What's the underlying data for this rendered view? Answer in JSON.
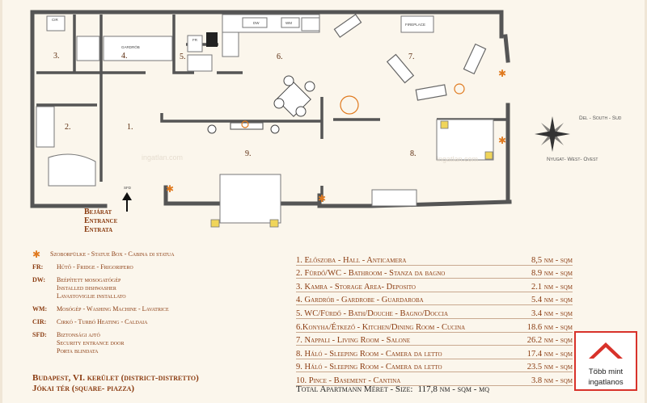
{
  "entrance": {
    "line1": "Bejárat",
    "line2": "Entrance",
    "line3": "Entrata"
  },
  "plan_labels": {
    "r1": "1.",
    "r2": "2.",
    "r3": "3.",
    "r4": "4.",
    "r5": "5.",
    "r6": "6.",
    "r7": "7.",
    "r8": "8.",
    "r9": "9.",
    "cir": "CIR",
    "fr": "FR",
    "dw": "DW",
    "wm": "WM",
    "fireplace": "FIREPLACE",
    "wardrobe": "GARDRÓB",
    "sfd": "SFD"
  },
  "compass": {
    "east": "Del - South - Sud",
    "west": "Nyugat- West- Ovest"
  },
  "legend": {
    "statue": "Szoborfülke - Statue Box - Cabina di statua",
    "fr_key": "FR:",
    "fr_text": "Hűtő - Fridge - Frigorifero",
    "dw_key": "DW:",
    "dw_l1": "Beépített mosogatógép",
    "dw_l2": "Installed dishwasher",
    "dw_l3": "Lavastoviglie installato",
    "wm_key": "WM:",
    "wm_text": "Mosógép - Washing Machine - Lavatrice",
    "cir_key": "CIR:",
    "cir_text": "Cirkó - Turbó Heating - Caldaia",
    "sfd_key": "SFD:",
    "sfd_l1": "Biztonsági ajtó",
    "sfd_l2": "Security entrance door",
    "sfd_l3": "Porta blindata"
  },
  "address": {
    "line1": "Budapest, VI. kerület (district-distretto)",
    "line2": "Jókai tér (square- piazza)"
  },
  "rooms": [
    {
      "name": "1. Előszoba - Hall - Anticamera",
      "area": "8,5 nm - sqm"
    },
    {
      "name": "2. Fürdő/WC - Bathroom - Stanza da bagno",
      "area": "8.9 nm - sqm"
    },
    {
      "name": "3. Kamra - Storage Area- Deposito",
      "area": "2.1 nm - sqm"
    },
    {
      "name": "4. Gardrób - Gardrobe - Guardaroba",
      "area": "5.4 nm - sqm"
    },
    {
      "name": "5. WC/Fürdő - Bath/Douche - Bagno/Doccia",
      "area": "3.4 nm - sqm"
    },
    {
      "name": "6.Konyha/Étkező - Kitchen/Dining Room - Cucina",
      "area": "18.6 nm - sqm"
    },
    {
      "name": "7. Nappali - Living Room - Salone",
      "area": "26.2 nm - sqm"
    },
    {
      "name": "8. Háló - Sleeping Room - Camera da letto",
      "area": "17.4 nm - sqm"
    },
    {
      "name": "9. Háló - Sleeping Room - Camera da letto",
      "area": "23.5 nm - sqm"
    },
    {
      "name": "10. Pince - Basement - Cantina",
      "area": "3.8 nm - sqm"
    }
  ],
  "total": {
    "label": "Total Apartmann Méret - Size:",
    "value": "117,8 nm - sqm - mq"
  },
  "badge": {
    "line1": "Több mint",
    "line2": "ingatlanos"
  },
  "watermark": "ingatlan.com",
  "colors": {
    "accent": "#8a3b10",
    "badge_red": "#d8322a",
    "statue_orange": "#e07a1f"
  }
}
